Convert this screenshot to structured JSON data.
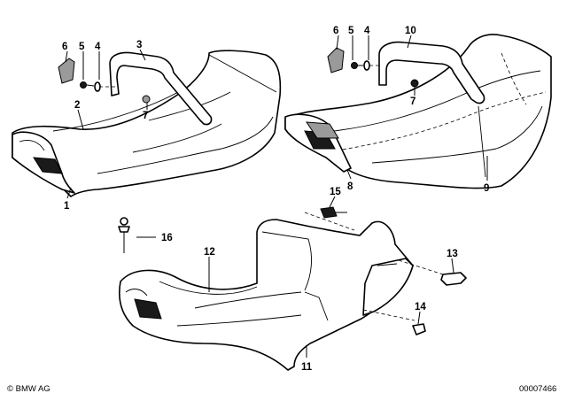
{
  "diagram": {
    "callouts": {
      "c1": "1",
      "c2": "2",
      "c3": "3",
      "c4a": "4",
      "c5a": "5",
      "c6a": "6",
      "c7a": "7",
      "c4b": "4",
      "c5b": "5",
      "c6b": "6",
      "c7b": "7",
      "c8": "8",
      "c9": "9",
      "c10": "10",
      "c11": "11",
      "c12": "12",
      "c13": "13",
      "c14": "14",
      "c15": "15",
      "c16": "16"
    },
    "footer": {
      "brand": "© BMW AG",
      "drawing_number": "00007466"
    }
  }
}
